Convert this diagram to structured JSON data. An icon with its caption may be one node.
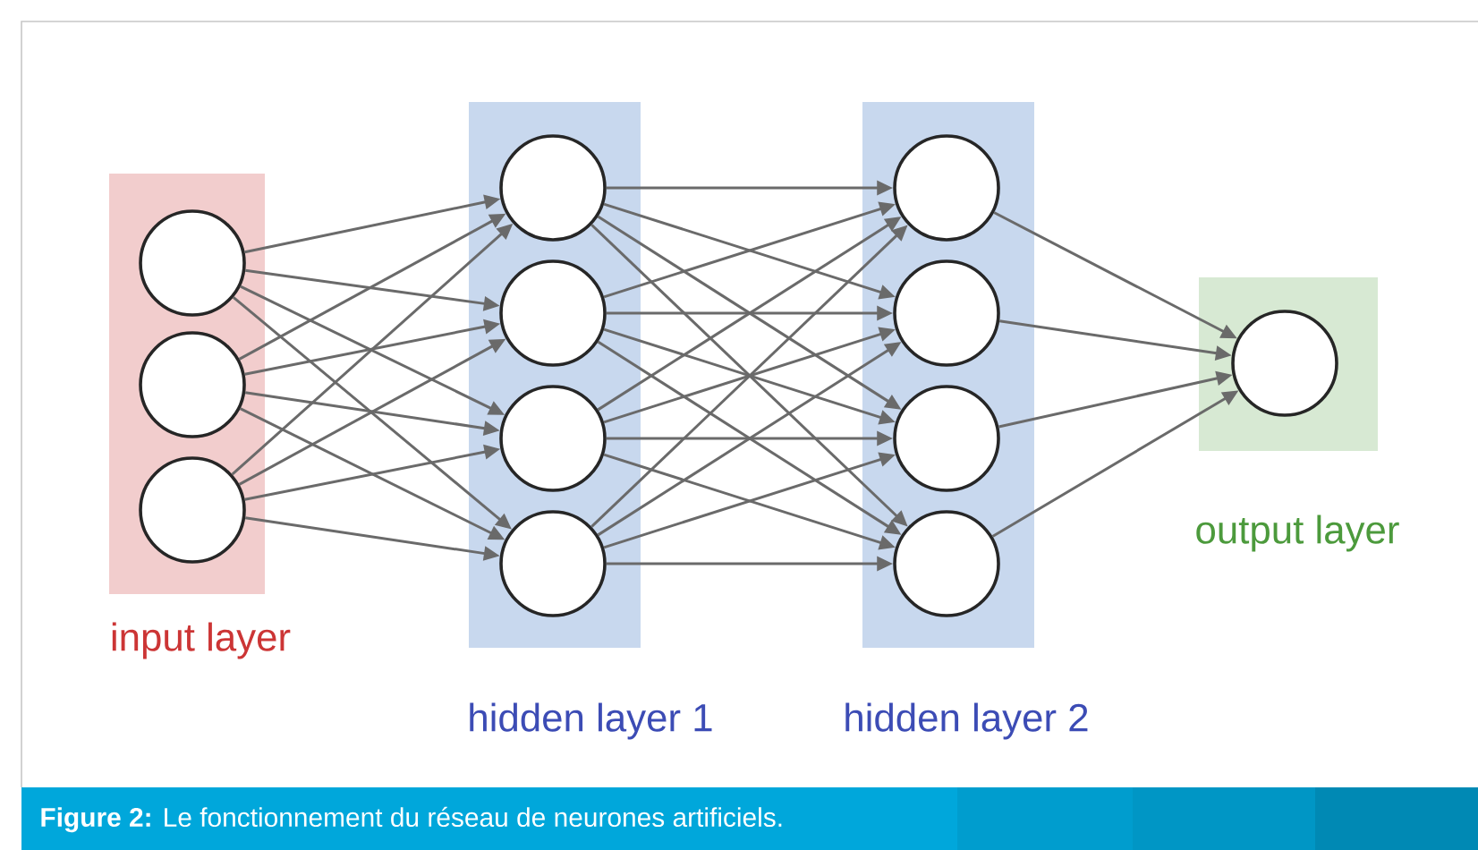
{
  "diagram": {
    "caption": "**Figure 2:** Le fonctionnement du réseau de neurones artificiels.",
    "nodes": [
      {
        "text": [
          "input layer"
        ]
      },
      {
        "text": [],
        "shape": "circle",
        "in": 0
      },
      {
        "text": [],
        "shape": "circle",
        "in": 0
      },
      {
        "text": [],
        "shape": "circle",
        "in": 0
      },
      {
        "text": [
          "hidden layer 1"
        ]
      },
      {
        "text": [],
        "shape": "circle",
        "in": 4
      },
      {
        "text": [],
        "shape": "circle",
        "in": 4
      },
      {
        "text": [],
        "shape": "circle",
        "in": 4
      },
      {
        "text": [],
        "shape": "circle",
        "in": 4
      },
      {
        "text": [
          "hidden layer 2"
        ]
      },
      {
        "text": [],
        "shape": "circle",
        "in": 9
      },
      {
        "text": [],
        "shape": "circle",
        "in": 9
      },
      {
        "text": [],
        "shape": "circle",
        "in": 9
      },
      {
        "text": [],
        "shape": "circle",
        "in": 9
      },
      {
        "text": [
          "output layer"
        ]
      },
      {
        "text": [],
        "shape": "circle",
        "in": 14
      }
    ],
    "edges": [
      {
        "from": 1,
        "to": 5,
        "arrow": "to"
      },
      {
        "from": 1,
        "to": 6,
        "arrow": "to"
      },
      {
        "from": 1,
        "to": 7,
        "arrow": "to"
      },
      {
        "from": 1,
        "to": 8,
        "arrow": "to"
      },
      {
        "from": 2,
        "to": 5,
        "arrow": "to"
      },
      {
        "from": 2,
        "to": 6,
        "arrow": "to"
      },
      {
        "from": 2,
        "to": 7,
        "arrow": "to"
      },
      {
        "from": 2,
        "to": 8,
        "arrow": "to"
      },
      {
        "from": 3,
        "to": 5,
        "arrow": "to"
      },
      {
        "from": 3,
        "to": 6,
        "arrow": "to"
      },
      {
        "from": 3,
        "to": 7,
        "arrow": "to"
      },
      {
        "from": 3,
        "to": 8,
        "arrow": "to"
      },
      {
        "from": 5,
        "to": 10,
        "arrow": "to"
      },
      {
        "from": 5,
        "to": 11,
        "arrow": "to"
      },
      {
        "from": 5,
        "to": 12,
        "arrow": "to"
      },
      {
        "from": 5,
        "to": 13,
        "arrow": "to"
      },
      {
        "from": 6,
        "to": 10,
        "arrow": "to"
      },
      {
        "from": 6,
        "to": 11,
        "arrow": "to"
      },
      {
        "from": 6,
        "to": 12,
        "arrow": "to"
      },
      {
        "from": 6,
        "to": 13,
        "arrow": "to"
      },
      {
        "from": 7,
        "to": 10,
        "arrow": "to"
      },
      {
        "from": 7,
        "to": 11,
        "arrow": "to"
      },
      {
        "from": 7,
        "to": 12,
        "arrow": "to"
      },
      {
        "from": 7,
        "to": 13,
        "arrow": "to"
      },
      {
        "from": 8,
        "to": 10,
        "arrow": "to"
      },
      {
        "from": 8,
        "to": 11,
        "arrow": "to"
      },
      {
        "from": 8,
        "to": 12,
        "arrow": "to"
      },
      {
        "from": 8,
        "to": 13,
        "arrow": "to"
      },
      {
        "from": 10,
        "to": 15,
        "arrow": "to"
      },
      {
        "from": 11,
        "to": 15,
        "arrow": "to"
      },
      {
        "from": 12,
        "to": 15,
        "arrow": "to"
      },
      {
        "from": 13,
        "to": 15,
        "arrow": "to"
      }
    ]
  }
}
